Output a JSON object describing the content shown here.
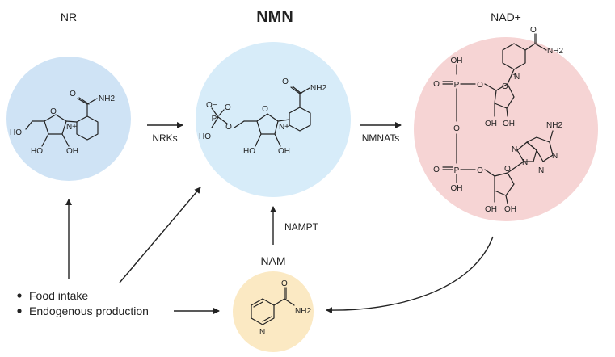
{
  "molecules": {
    "nr": {
      "name": "NR",
      "color": "#cfe3f5"
    },
    "nmn": {
      "name": "NMN",
      "color": "#d7ecf9"
    },
    "nad": {
      "name": "NAD+",
      "color": "#f6d4d4"
    },
    "nam": {
      "name": "NAM",
      "color": "#fbe9c3"
    }
  },
  "enzymes": {
    "nrk": "NRKs",
    "nmnat": "NMNATs",
    "nampt": "NAMPT"
  },
  "sources": {
    "items": [
      "Food intake",
      "Endogenous production"
    ]
  },
  "atoms": {
    "ho": "HO",
    "oh": "OH",
    "o": "O",
    "n": "N",
    "nplus": "N+",
    "nh2": "NH2",
    "p": "P",
    "ominus": "O−",
    "plus": "+"
  }
}
